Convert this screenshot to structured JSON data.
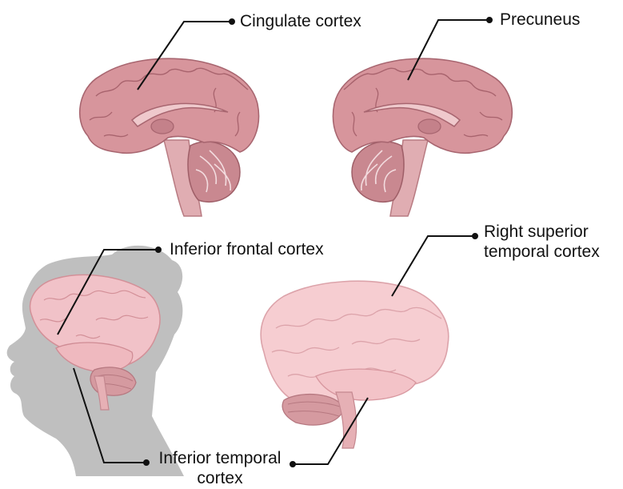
{
  "labels": {
    "cingulate": "Cingulate cortex",
    "precuneus": "Precuneus",
    "inferior_frontal": "Inferior frontal cortex",
    "right_superior_line1": "Right superior",
    "right_superior_line2": "temporal cortex",
    "inferior_temporal_line1": "Inferior temporal",
    "inferior_temporal_line2": "cortex"
  },
  "colors": {
    "midsagittal_brain": "#d7959c",
    "brain_dark": "#b66f78",
    "brain_light": "#ebb9bd",
    "head_silhouette": "#bfbfbf",
    "child_brain": "#f1c2c8",
    "right_brain": "#f6cdd1",
    "cerebellum": "#d59aa0",
    "leader_line": "#111111"
  }
}
